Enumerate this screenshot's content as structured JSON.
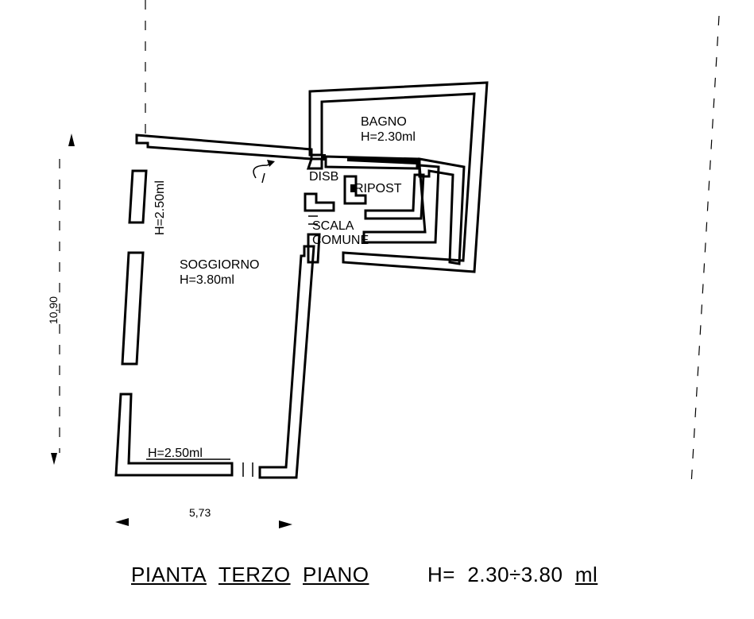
{
  "rooms": {
    "bagno_name": "BAGNO",
    "bagno_height": "H=2.30ml",
    "disb": "DISB",
    "ripost": "RIPOST",
    "scala_1": "SCALA",
    "scala_2": "COMUNE",
    "soggiorno_name": "SOGGIORNO",
    "soggiorno_height": "H=3.80ml",
    "left_wall_height": "H=2.50ml",
    "bottom_wall_height": "H=2.50ml"
  },
  "dimensions": {
    "vertical": "10,90",
    "horizontal": "5,73"
  },
  "caption": {
    "title_1": "PIANTA",
    "title_2": "TERZO",
    "title_3": "PIANO",
    "height_prefix": "H=",
    "height_range": "2.30÷3.80",
    "unit": "ml"
  }
}
